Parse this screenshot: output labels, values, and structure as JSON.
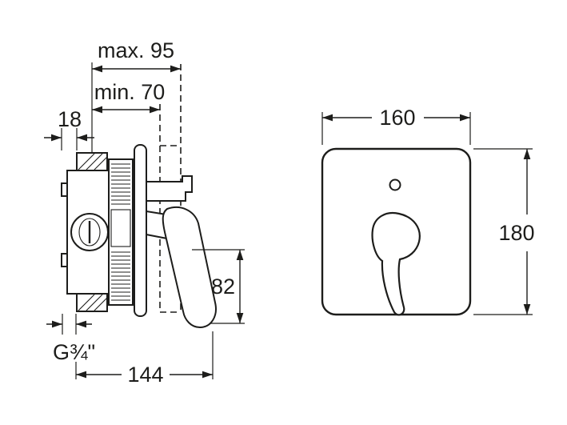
{
  "page": {
    "background": "#ffffff",
    "line_color": "#1d1d1b"
  },
  "side_view": {
    "dims": {
      "max_depth": "max. 95",
      "min_depth": "min. 70",
      "body_depth": "18",
      "handle_drop": "82",
      "thread": "G¾\"",
      "total_depth": "144"
    }
  },
  "front_view": {
    "dims": {
      "plate_width": "160",
      "plate_height": "180"
    }
  }
}
